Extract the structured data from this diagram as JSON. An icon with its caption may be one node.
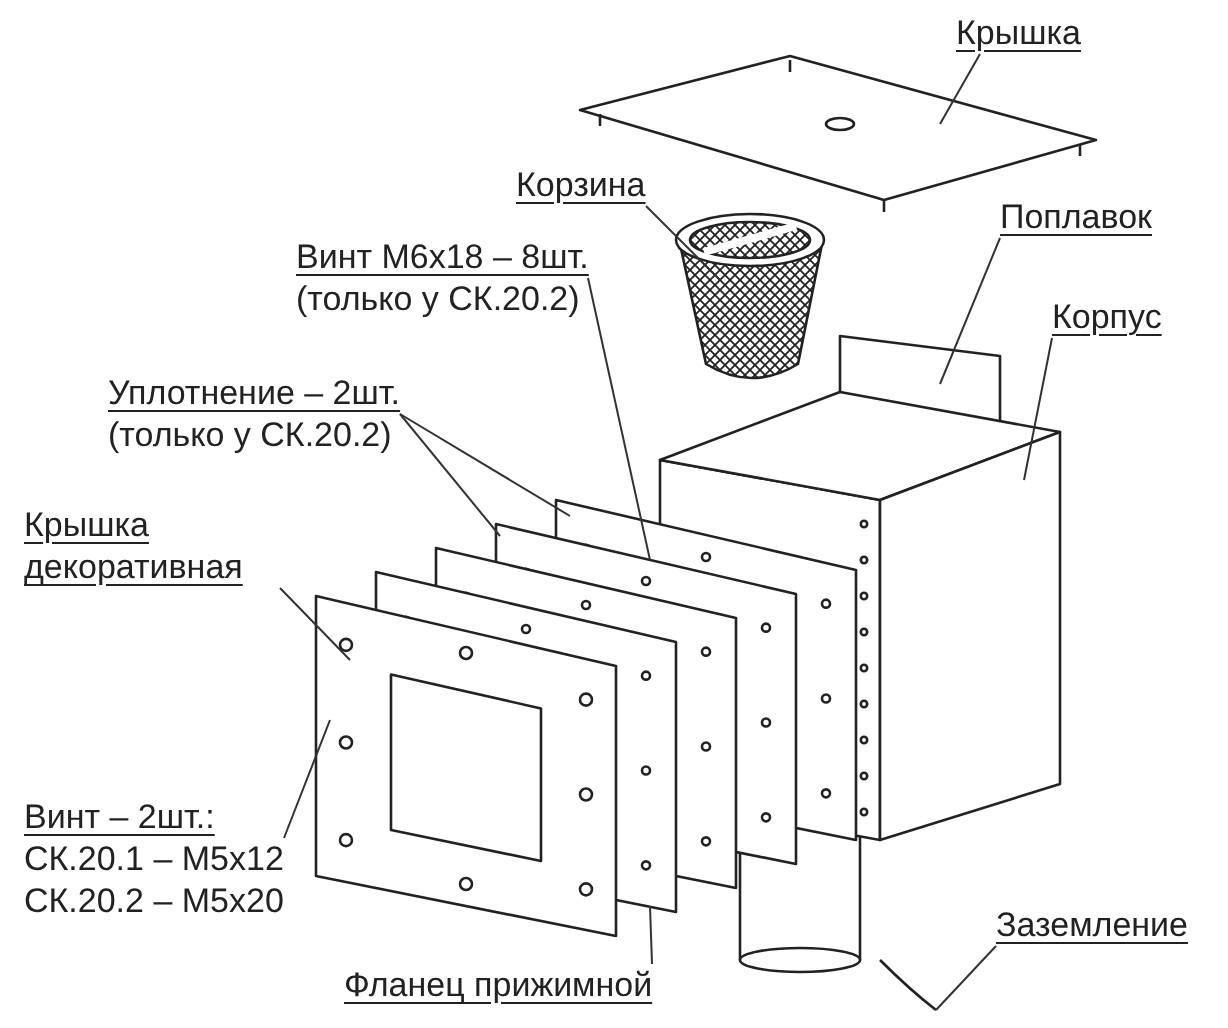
{
  "diagram": {
    "nodes": [
      {
        "text": [
          "Крышка"
        ]
      },
      {
        "text": [
          "Корзина"
        ]
      },
      {
        "text": [
          "Поплавок"
        ]
      },
      {
        "text": [
          "Винт M6x18 – 8шт.",
          "(только у СК.20.2)"
        ]
      },
      {
        "text": [
          "Корпус"
        ]
      },
      {
        "text": [
          "Уплотнение – 2шт.",
          "(только у СК.20.2)"
        ]
      },
      {
        "text": [
          "Крышка декоративная"
        ]
      },
      {
        "text": [
          "Винт – 2шт.:",
          "СК.20.1 – M5x12",
          "СК.20.2 – M5x20"
        ]
      },
      {
        "text": [
          "Фланец прижимной"
        ]
      },
      {
        "text": [
          "Заземление"
        ]
      }
    ],
    "edges": [
      {
        "from": 0,
        "to": null,
        "arrow": "none"
      },
      {
        "from": 1,
        "to": null,
        "arrow": "none"
      },
      {
        "from": 2,
        "to": null,
        "arrow": "none"
      },
      {
        "from": 3,
        "to": null,
        "arrow": "none"
      },
      {
        "from": 4,
        "to": null,
        "arrow": "none"
      },
      {
        "from": 5,
        "to": null,
        "arrow": "none"
      },
      {
        "from": 5,
        "to": null,
        "arrow": "none"
      },
      {
        "from": 6,
        "to": null,
        "arrow": "none"
      },
      {
        "from": 7,
        "to": null,
        "arrow": "none"
      },
      {
        "from": 8,
        "to": null,
        "arrow": "none"
      },
      {
        "from": 9,
        "to": null,
        "arrow": "none"
      }
    ]
  }
}
